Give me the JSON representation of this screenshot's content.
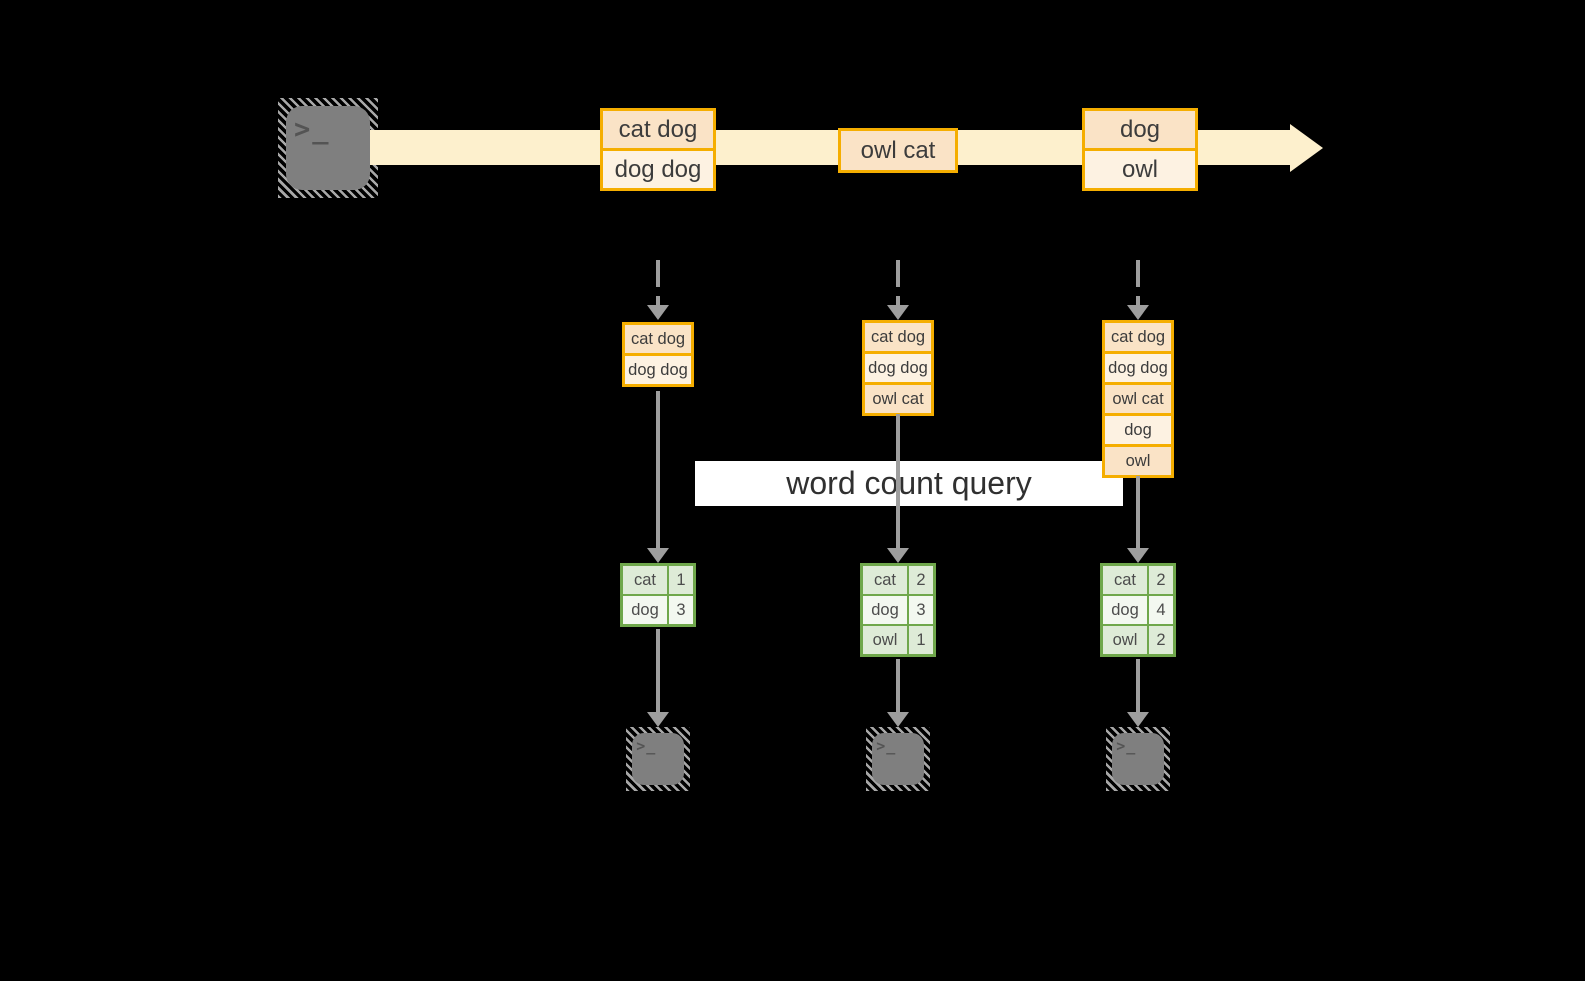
{
  "diagram": {
    "query_label": "word count query",
    "terminal_glyph": ">_",
    "stream_batches": [
      {
        "records": [
          "cat dog",
          "dog dog"
        ]
      },
      {
        "records": [
          "owl cat"
        ]
      },
      {
        "records": [
          "dog",
          "owl"
        ]
      }
    ],
    "micro_batches": [
      {
        "records": [
          "cat dog",
          "dog dog"
        ]
      },
      {
        "records": [
          "cat dog",
          "dog dog",
          "owl cat"
        ]
      },
      {
        "records": [
          "cat dog",
          "dog dog",
          "owl cat",
          "dog",
          "owl"
        ]
      }
    ],
    "count_tables": [
      {
        "rows": [
          {
            "word": "cat",
            "count": "1"
          },
          {
            "word": "dog",
            "count": "3"
          }
        ]
      },
      {
        "rows": [
          {
            "word": "cat",
            "count": "2"
          },
          {
            "word": "dog",
            "count": "3"
          },
          {
            "word": "owl",
            "count": "1"
          }
        ]
      },
      {
        "rows": [
          {
            "word": "cat",
            "count": "2"
          },
          {
            "word": "dog",
            "count": "4"
          },
          {
            "word": "owl",
            "count": "2"
          }
        ]
      }
    ],
    "colors": {
      "background": "#000000",
      "stream_band": "#fdf0cd",
      "record_border": "#f5ae00",
      "record_fill_dark": "#fae3c6",
      "record_fill_light": "#fdf2e2",
      "table_border": "#6fa74b",
      "table_fill_dark": "#deebd7",
      "table_fill_light": "#f3f8f0",
      "arrow_gray": "#9e9e9e",
      "terminal_gray": "#7f7f7f",
      "label_background": "#ffffff",
      "text": "#3c3c3c"
    }
  }
}
